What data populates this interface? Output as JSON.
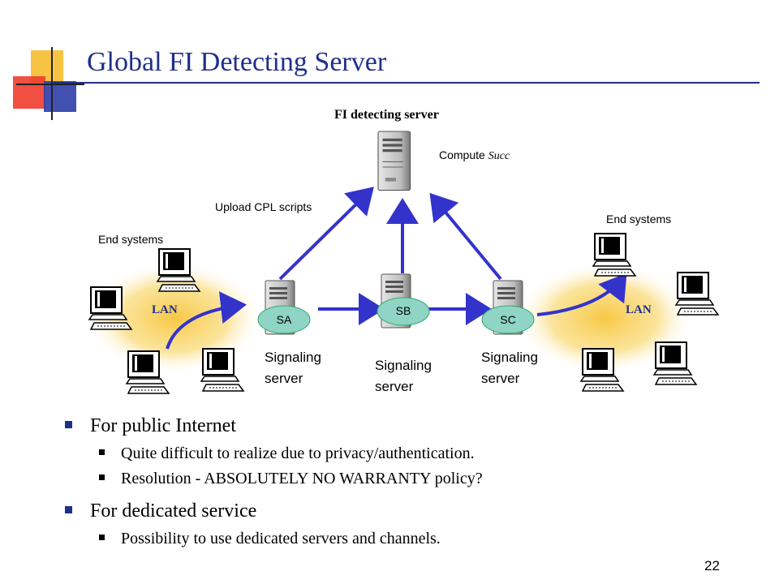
{
  "slide": {
    "title": "Global FI Detecting Server",
    "page_number": "22"
  },
  "diagram": {
    "top_server_label": "FI detecting server",
    "compute_text": "Compute ",
    "compute_italic": "Succ",
    "upload_label": "Upload CPL scripts",
    "end_systems_left": "End systems",
    "end_systems_right": "End systems",
    "lan_left": "LAN",
    "lan_right": "LAN",
    "nodes": [
      {
        "id": "SA",
        "signal_line1": "Signaling",
        "signal_line2": "server"
      },
      {
        "id": "SB",
        "signal_line1": "Signaling",
        "signal_line2": "server"
      },
      {
        "id": "SC",
        "signal_line1": "Signaling",
        "signal_line2": "server"
      }
    ],
    "colors": {
      "arrow": "#3333cc",
      "node_fill": "#8fd4c4",
      "lan_glow": "#f7c844",
      "title": "#1f2f8c"
    }
  },
  "bullets": [
    {
      "text": "For public Internet",
      "sub": [
        "Quite difficult to realize due to privacy/authentication.",
        "Resolution - ABSOLUTELY NO WARRANTY policy?"
      ]
    },
    {
      "text": "For dedicated service",
      "sub": [
        "Possibility to use dedicated servers and channels."
      ]
    }
  ]
}
